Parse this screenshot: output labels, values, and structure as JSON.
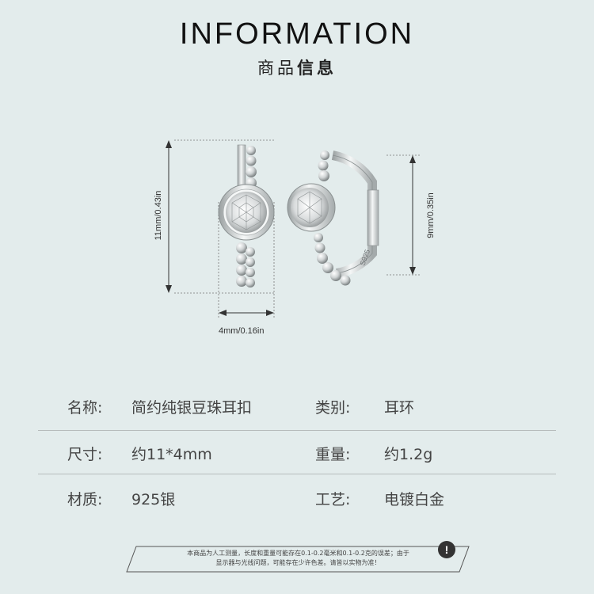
{
  "header": {
    "title": "INFORMATION",
    "subtitle_light": "商品",
    "subtitle_bold": "信息"
  },
  "dimensions": {
    "height_left": "11mm/0.43in",
    "width_bottom": "4mm/0.16in",
    "height_right": "9mm/0.35in",
    "stamp": "S925"
  },
  "specs": {
    "name_label": "名称:",
    "name_value": "简约纯银豆珠耳扣",
    "category_label": "类别:",
    "category_value": "耳环",
    "size_label": "尺寸:",
    "size_value": "约11*4mm",
    "weight_label": "重量:",
    "weight_value": "约1.2g",
    "material_label": "材质:",
    "material_value": "925银",
    "craft_label": "工艺:",
    "craft_value": "电镀白金"
  },
  "notice": {
    "line1": "本商品为人工测量，长度和重量可能存在0.1-0.2毫米和0.1-0.2克的误差；由于",
    "line2": "显示器与光线问题，可能存在少许色差。请皆以实物为准！",
    "icon": "exclamation-icon"
  }
}
